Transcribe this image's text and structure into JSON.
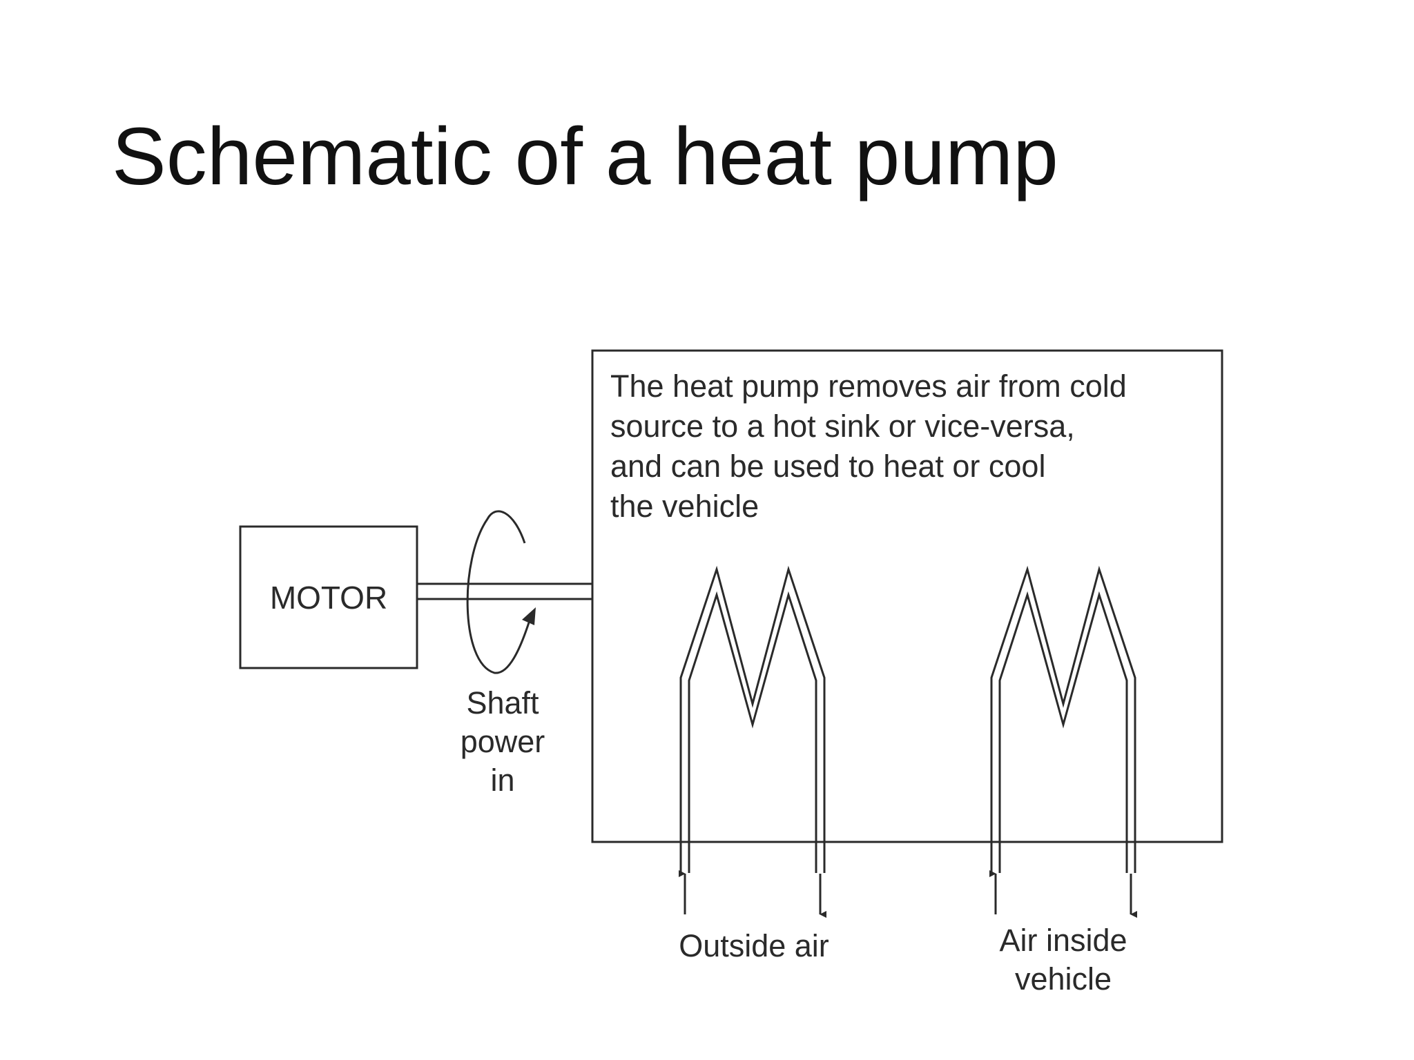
{
  "slide": {
    "title": "Schematic of a heat pump"
  },
  "diagram": {
    "motor_label": "MOTOR",
    "shaft_label": [
      "Shaft",
      "power",
      "in"
    ],
    "description": [
      "The heat pump removes air from cold",
      "source to a hot sink or vice-versa,",
      "and can be used to heat or cool",
      "the vehicle"
    ],
    "outside_air_label": "Outside air",
    "inside_air_label": [
      "Air inside",
      "vehicle"
    ],
    "line_color": "#2a2a2a"
  }
}
